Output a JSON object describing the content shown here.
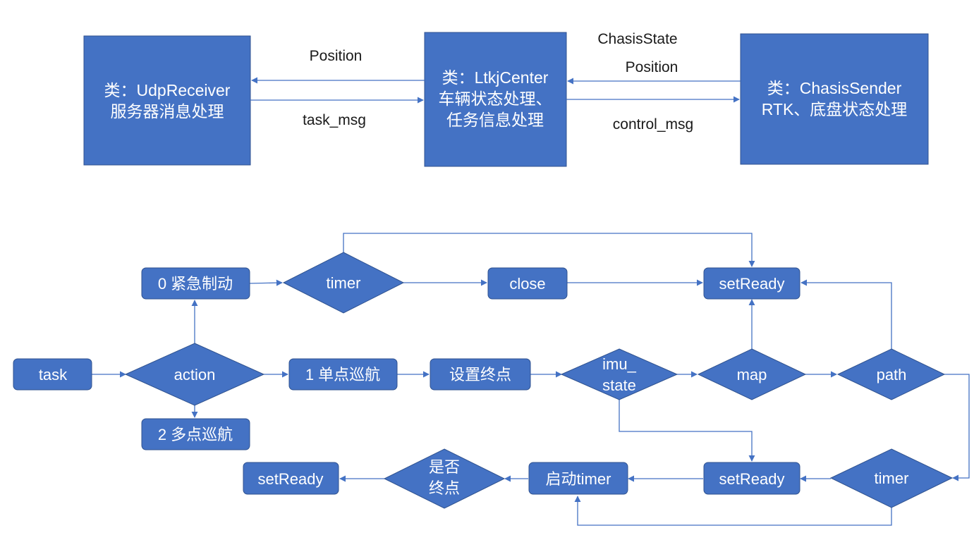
{
  "colors": {
    "shape_fill": "#4472c4",
    "shape_stroke": "#2f528f",
    "edge": "#4472c4",
    "label_text": "#1a1a1a",
    "shape_text": "#ffffff"
  },
  "top": {
    "udp_receiver": {
      "line1": "类：UdpReceiver",
      "line2": "服务器消息处理"
    },
    "ltkj_center": {
      "line1": "类：LtkjCenter",
      "line2": "车辆状态处理、",
      "line3": "任务信息处理"
    },
    "chasis_sender": {
      "line1": "类：ChasisSender",
      "line2": "RTK、底盘状态处理"
    },
    "edge_labels": {
      "position_left": "Position",
      "task_msg": "task_msg",
      "chasis_state": "ChasisState",
      "position_right": "Position",
      "control_msg": "control_msg"
    }
  },
  "flow": {
    "task": "task",
    "action": "action",
    "emergency_brake": "0 紧急制动",
    "single_point": "1 单点巡航",
    "multi_point": "2 多点巡航",
    "timer_top": "timer",
    "close": "close",
    "set_ready_top": "setReady",
    "set_endpoint": "设置终点",
    "imu_state_line1": "imu_",
    "imu_state_line2": "state",
    "map": "map",
    "path": "path",
    "timer_bottom": "timer",
    "set_ready_mid": "setReady",
    "start_timer": "启动timer",
    "is_endpoint_line1": "是否",
    "is_endpoint_line2": "终点",
    "set_ready_end": "setReady"
  }
}
